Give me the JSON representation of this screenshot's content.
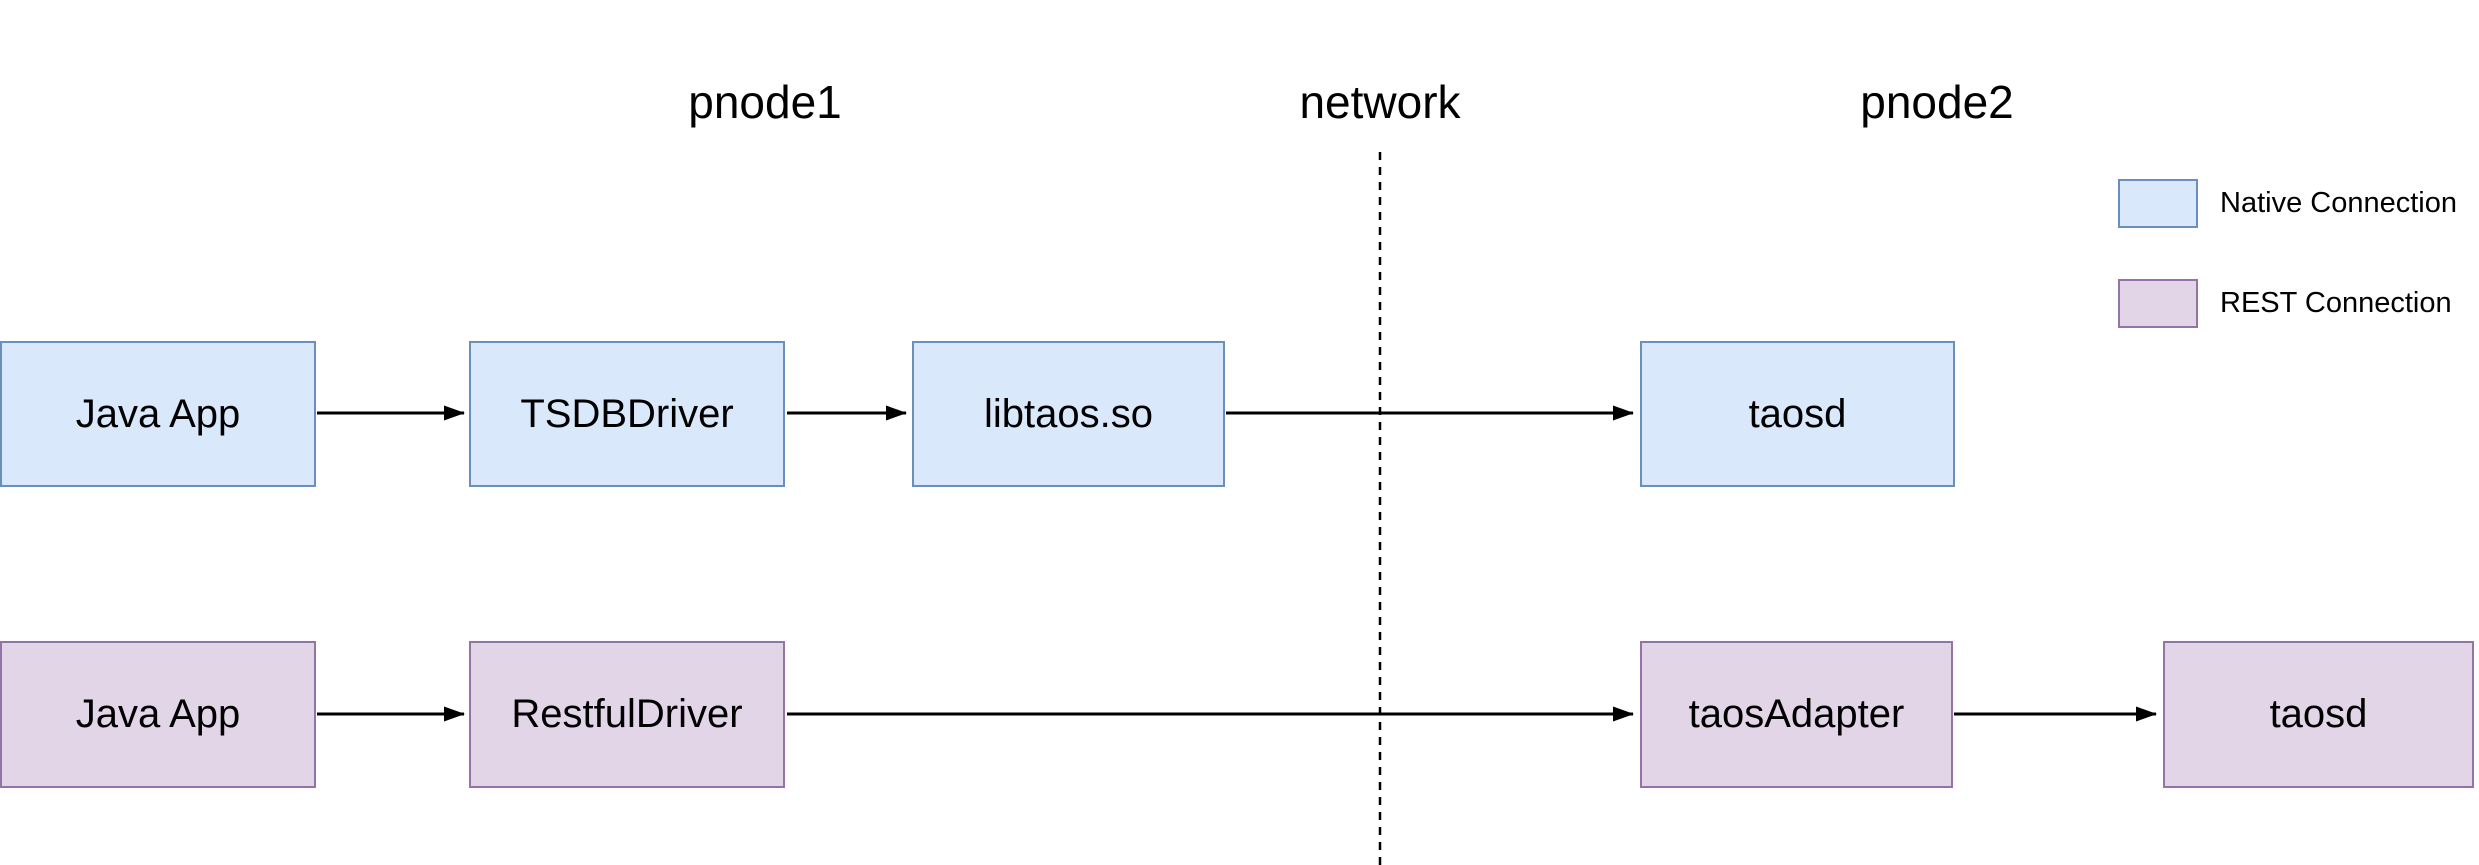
{
  "zones": [
    {
      "label": "pnode1"
    },
    {
      "label": "network"
    },
    {
      "label": "pnode2"
    }
  ],
  "nodes": {
    "native": [
      {
        "label": "Java App"
      },
      {
        "label": "TSDBDriver"
      },
      {
        "label": "libtaos.so"
      },
      {
        "label": "taosd"
      }
    ],
    "rest": [
      {
        "label": "Java App"
      },
      {
        "label": "RestfulDriver"
      },
      {
        "label": "taosAdapter"
      },
      {
        "label": "taosd"
      }
    ]
  },
  "edges": [
    {
      "row": "native",
      "from": "Java App",
      "to": "TSDBDriver"
    },
    {
      "row": "native",
      "from": "TSDBDriver",
      "to": "libtaos.so"
    },
    {
      "row": "native",
      "from": "libtaos.so",
      "to": "taosd",
      "crosses": "network"
    },
    {
      "row": "rest",
      "from": "Java App",
      "to": "RestfulDriver"
    },
    {
      "row": "rest",
      "from": "RestfulDriver",
      "to": "taosAdapter",
      "crosses": "network"
    },
    {
      "row": "rest",
      "from": "taosAdapter",
      "to": "taosd"
    }
  ],
  "legend": [
    {
      "label": "Native Connection",
      "fill": "#dae8fc",
      "border": "#6c8ebf"
    },
    {
      "label": "REST Connection",
      "fill": "#e1d5e7",
      "border": "#9673a6"
    }
  ],
  "colors": {
    "native_fill": "#dae8fc",
    "native_border": "#6c8ebf",
    "rest_fill": "#e1d5e7",
    "rest_border": "#9673a6",
    "connector": "#000000",
    "background": "#ffffff"
  }
}
